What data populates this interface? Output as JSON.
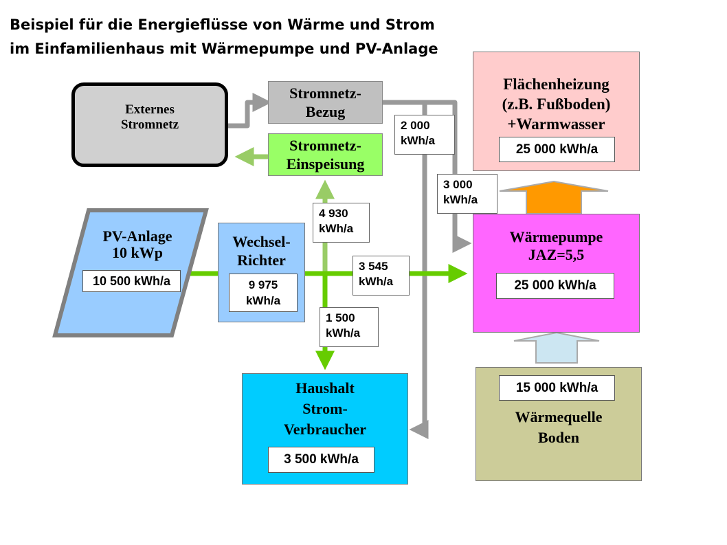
{
  "title": {
    "line1": "Beispiel für die Energieflüsse von Wärme und Strom",
    "line2": "im Einfamilienhaus mit Wärmepumpe und PV-Anlage"
  },
  "nodes": {
    "externes_stromnetz": {
      "line1": "Externes",
      "line2": "Stromnetz"
    },
    "stromnetz_bezug": {
      "line1": "Stromnetz-",
      "line2": "Bezug"
    },
    "stromnetz_einspeisung": {
      "line1": "Stromnetz-",
      "line2": "Einspeisung"
    },
    "pv_anlage": {
      "line1": "PV-Anlage",
      "line2": "10 kWp",
      "value": "10 500 kWh/a"
    },
    "wechselrichter": {
      "line1": "Wechsel-",
      "line2": "Richter",
      "value_line1": "9 975",
      "value_line2": "kWh/a"
    },
    "haushalt": {
      "line1": "Haushalt",
      "line2": "Strom-",
      "line3": "Verbraucher",
      "value": "3 500 kWh/a"
    },
    "waermepumpe": {
      "line1": "Wärmepumpe",
      "line2": "JAZ=5,5",
      "value": "25 000 kWh/a"
    },
    "flaechenheizung": {
      "line1": "Flächenheizung",
      "line2": "(z.B. Fußboden)",
      "line3": "+Warmwasser",
      "value": "25 000 kWh/a"
    },
    "waermequelle": {
      "line1": "Wärmequelle",
      "line2": "Boden",
      "value": "15 000 kWh/a"
    }
  },
  "flows": {
    "bezug_haushalt": {
      "line1": "2 000",
      "line2": "kWh/a"
    },
    "bezug_waermepumpe": {
      "line1": "3 000",
      "line2": "kWh/a"
    },
    "einspeisung": {
      "line1": "4 930",
      "line2": "kWh/a"
    },
    "pv_waermepumpe": {
      "line1": "3 545",
      "line2": "kWh/a"
    },
    "pv_haushalt": {
      "line1": "1 500",
      "line2": "kWh/a"
    }
  },
  "colors": {
    "electricity_green": "#66cc00",
    "feed_in_green": "#99cc66",
    "grid_gray": "#999999",
    "heat_orange": "#ff9900",
    "ground_light_blue": "#cce6f2",
    "external_grid_fill": "#d0d0d0",
    "bezug_fill": "#c0c0c0",
    "einspeisung_fill": "#99ff66",
    "pv_fill": "#99ccff",
    "wechselrichter_fill": "#99ccff",
    "haushalt_fill": "#00ccff",
    "waermepumpe_fill": "#ff66ff",
    "flaechenheizung_fill": "#ffcccc",
    "waermequelle_fill": "#cccc99"
  }
}
